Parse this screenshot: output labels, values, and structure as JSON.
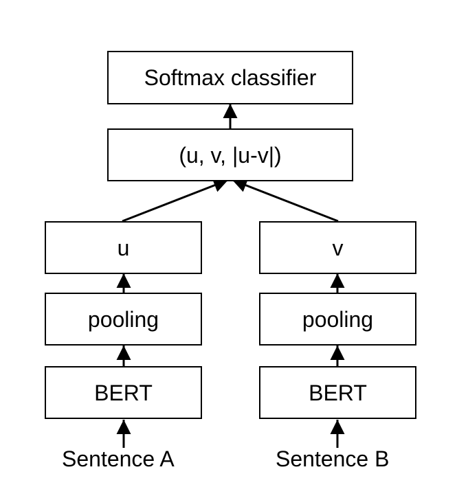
{
  "diagram": {
    "nodes": {
      "softmax": "Softmax classifier",
      "concat": "(u, v, |u-v|)",
      "u": "u",
      "v": "v",
      "pooling_a": "pooling",
      "pooling_b": "pooling",
      "bert_a": "BERT",
      "bert_b": "BERT"
    },
    "inputs": {
      "sentence_a": "Sentence A",
      "sentence_b": "Sentence B"
    },
    "edges": [
      [
        "sentence_a",
        "bert_a"
      ],
      [
        "bert_a",
        "pooling_a"
      ],
      [
        "pooling_a",
        "u"
      ],
      [
        "u",
        "concat"
      ],
      [
        "sentence_b",
        "bert_b"
      ],
      [
        "bert_b",
        "pooling_b"
      ],
      [
        "pooling_b",
        "v"
      ],
      [
        "v",
        "concat"
      ],
      [
        "concat",
        "softmax"
      ]
    ],
    "colors": {
      "stroke": "#000000",
      "background": "#ffffff"
    }
  }
}
